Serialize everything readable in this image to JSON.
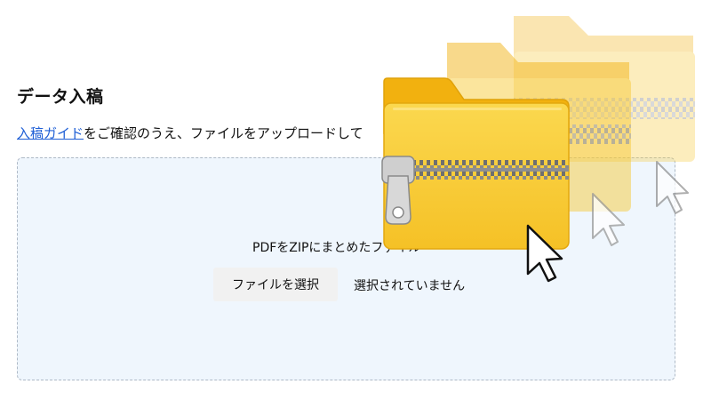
{
  "page": {
    "title": "データ入稿",
    "intro_link": "入稿ガイド",
    "intro_text": "をご確認のうえ、ファイルをアップロードして"
  },
  "upload": {
    "hint": "PDFをZIPにまとめたファイル",
    "button_label": "ファイルを選択",
    "status": "選択されていません"
  },
  "illustration": {
    "icons": [
      "zip-folder-icon",
      "cursor-arrow-icon"
    ],
    "colors": {
      "folder_front": "#f7c935",
      "folder_back": "#f2b10f",
      "folder_outline": "#e0a20a",
      "zipper": "#7a7a7a",
      "dropzone_bg": "#eff6fd",
      "link": "#1f5fd6"
    }
  }
}
